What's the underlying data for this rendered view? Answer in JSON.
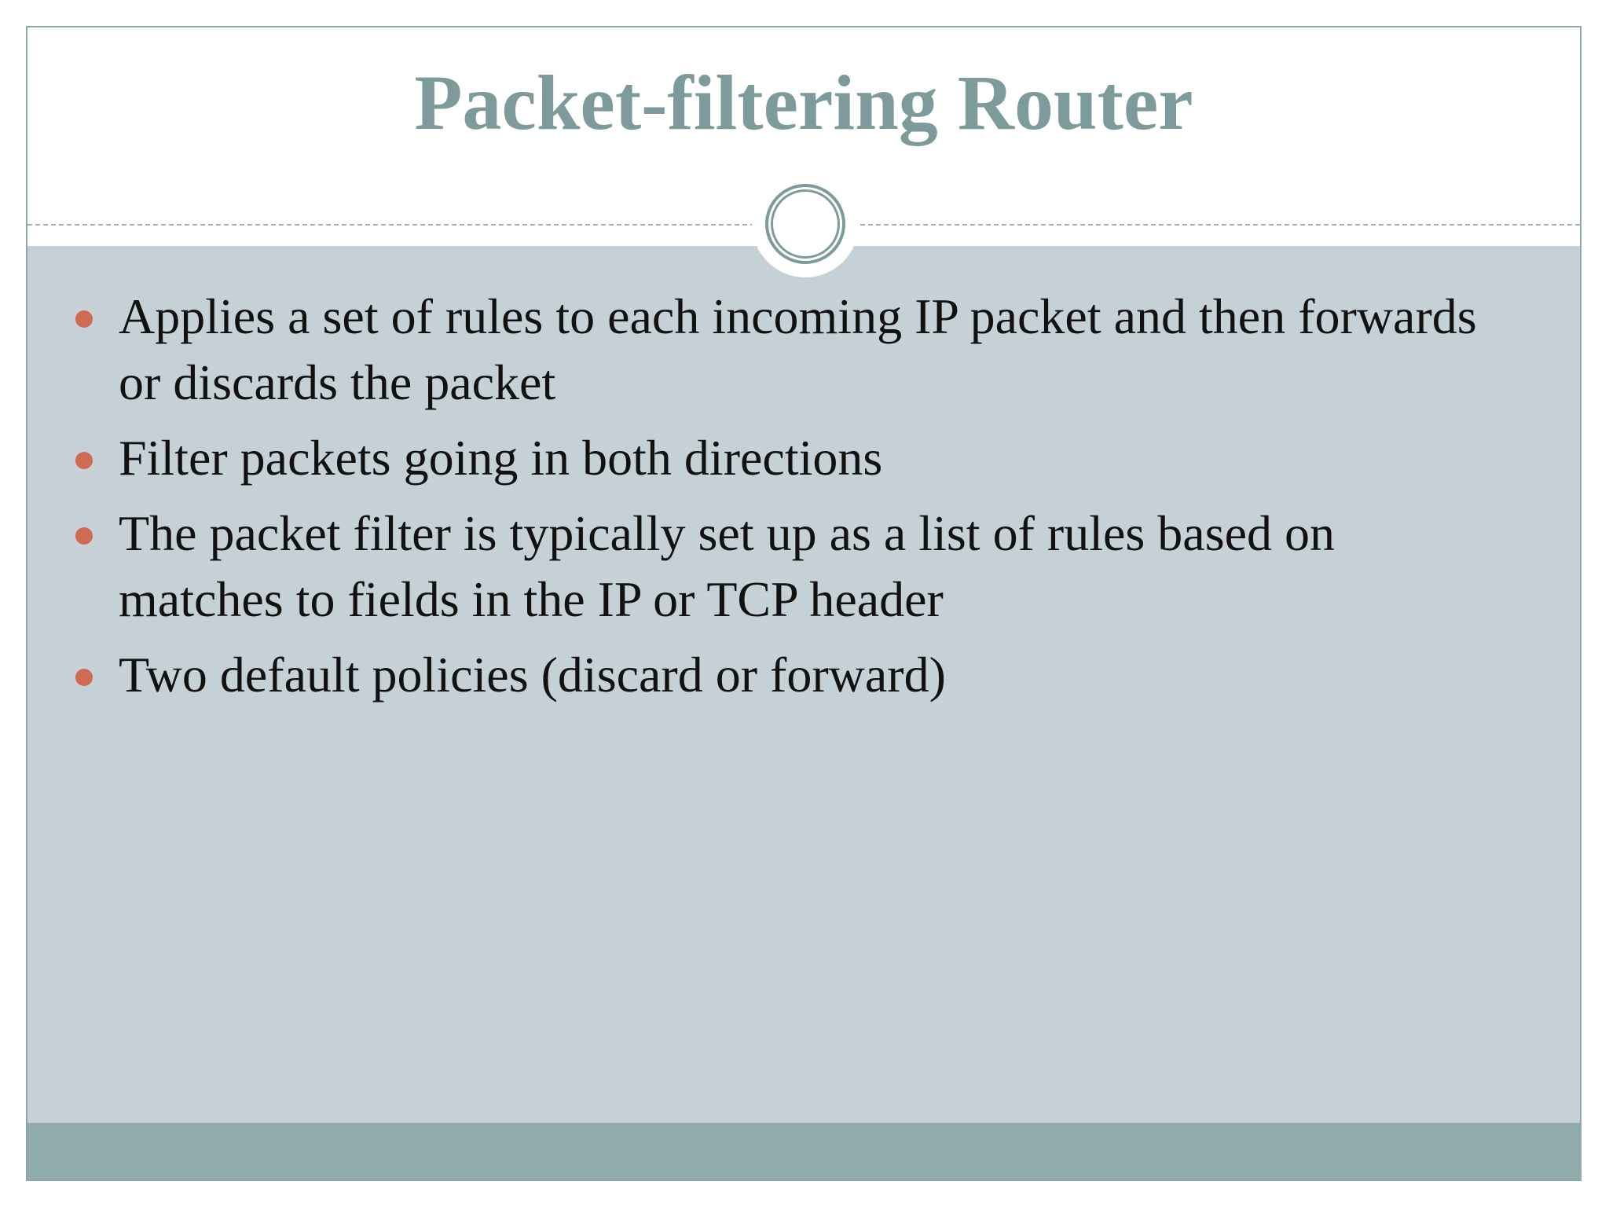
{
  "slide": {
    "title": "Packet-filtering Router",
    "bullets": [
      " Applies a set of rules to each incoming IP packet and then forwards or discards the packet",
      "Filter packets going in both directions",
      "The packet filter is typically set up as a list of rules based on matches to fields in the IP or TCP header",
      "Two default policies (discard or forward)"
    ]
  },
  "colors": {
    "title": "#7e9b9c",
    "content_background": "#c5d0d7",
    "footer_band": "#8fabac",
    "bullet": "#d06a52",
    "text": "#111111"
  }
}
